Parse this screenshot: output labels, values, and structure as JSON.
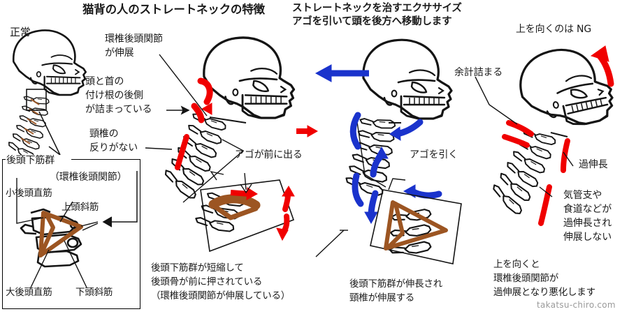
{
  "page": {
    "title_main": "猫背の人のストレートネックの特徴",
    "title_exercise_line1": "ストレートネックを治すエクササイズ",
    "title_exercise_line2": "アゴを引いて頭を後方へ移動します",
    "title_ng": "上を向くのは NG",
    "watermark": "takatsu-chiro.com"
  },
  "panel_normal": {
    "label": "正常"
  },
  "panel_forward": {
    "callout_joint_line1": "環椎後頭関節",
    "callout_joint_line2": "が伸展",
    "callout_base_line1": "頭と首の",
    "callout_base_line2": "付け根の後側",
    "callout_base_line3": "が詰まっている",
    "callout_curve_line1": "頸椎の",
    "callout_curve_line2": "反りがない",
    "callout_chin": "アゴが前に出る",
    "bottom_line1": "後頭下筋群が短縮して",
    "bottom_line2": "後頭骨が前に押されている",
    "bottom_line3": "（環椎後頭関節が伸展している）"
  },
  "panel_exercise": {
    "callout_chin_tuck": "アゴを引く",
    "bottom_line1": "後頭下筋群が伸長され",
    "bottom_line2": "頸椎が伸展する"
  },
  "panel_ng": {
    "callout_extra_jam": "余計詰まる",
    "callout_overstretch": "過伸長",
    "callout_airway_line1": "気管支や",
    "callout_airway_line2": "食道などが",
    "callout_airway_line3": "過伸長され",
    "callout_airway_line4": "伸展しない",
    "bottom_line1": "上を向くと",
    "bottom_line2": "環椎後頭関節が",
    "bottom_line3": "過伸展となり悪化します"
  },
  "anatomy_box": {
    "title": "後頭下筋群",
    "subtitle": "（環椎後頭関節）",
    "muscle_rcpmin": "小後頭直筋",
    "muscle_obl_sup": "上頭斜筋",
    "muscle_rcpmaj": "大後頭直筋",
    "muscle_obl_inf": "下頭斜筋"
  },
  "colors": {
    "bone_outline": "#141414",
    "red_arrow": "#f00000",
    "blue_arrow": "#1a33cc",
    "muscle_brown": "#9c5522",
    "text": "#1a1a1a",
    "watermark": "#9a9a9a"
  }
}
